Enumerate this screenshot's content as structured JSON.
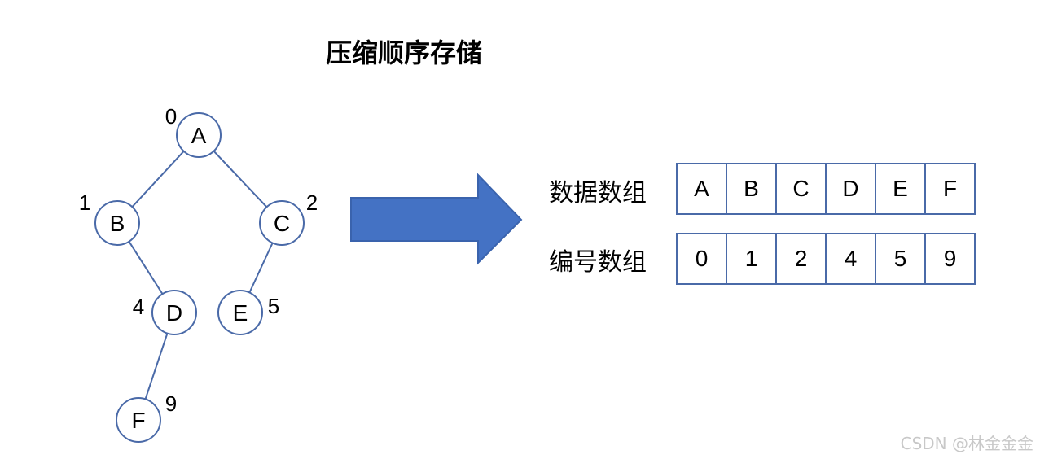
{
  "title": "压缩顺序存储",
  "tree": {
    "nodes": [
      {
        "id": "A",
        "label": "A",
        "index": "0"
      },
      {
        "id": "B",
        "label": "B",
        "index": "1"
      },
      {
        "id": "C",
        "label": "C",
        "index": "2"
      },
      {
        "id": "D",
        "label": "D",
        "index": "4"
      },
      {
        "id": "E",
        "label": "E",
        "index": "5"
      },
      {
        "id": "F",
        "label": "F",
        "index": "9"
      }
    ],
    "edges": [
      [
        "A",
        "B"
      ],
      [
        "A",
        "C"
      ],
      [
        "B",
        "D"
      ],
      [
        "C",
        "E"
      ],
      [
        "D",
        "F"
      ]
    ]
  },
  "arrays": {
    "data_label": "数据数组",
    "data": [
      "A",
      "B",
      "C",
      "D",
      "E",
      "F"
    ],
    "ids_label": "编号数组",
    "ids": [
      "0",
      "1",
      "2",
      "4",
      "5",
      "9"
    ]
  },
  "colors": {
    "stroke": "#4a6aa8",
    "arrow": "#4472c4"
  },
  "watermark": "CSDN @林金金金"
}
